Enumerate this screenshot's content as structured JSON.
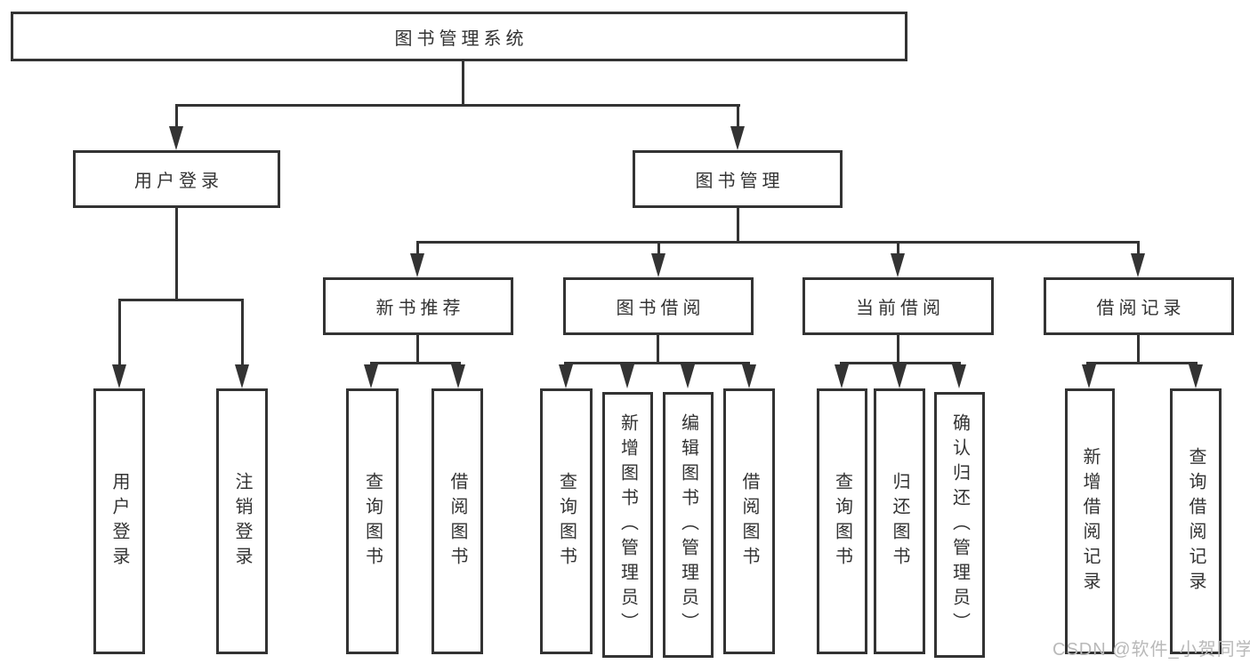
{
  "colors": {
    "line": "#333333",
    "text": "#333333",
    "background": "#ffffff",
    "watermark": "#b9b9b9"
  },
  "tree": {
    "root": "图书管理系统",
    "user": {
      "label": "用户登录",
      "children": [
        "用户登录",
        "注销登录"
      ]
    },
    "mgmt": {
      "label": "图书管理",
      "sections": [
        {
          "label": "新书推荐",
          "children": [
            "查询图书",
            "借阅图书"
          ]
        },
        {
          "label": "图书借阅",
          "children": [
            "查询图书",
            "新增图书（管理员）",
            "编辑图书（管理员）",
            "借阅图书"
          ]
        },
        {
          "label": "当前借阅",
          "children": [
            "查询图书",
            "归还图书",
            "确认归还（管理员）"
          ]
        },
        {
          "label": "借阅记录",
          "children": [
            "新增借阅记录",
            "查询借阅记录"
          ]
        }
      ]
    }
  },
  "watermark": {
    "text": "CSDN @软件_小贺同学"
  }
}
